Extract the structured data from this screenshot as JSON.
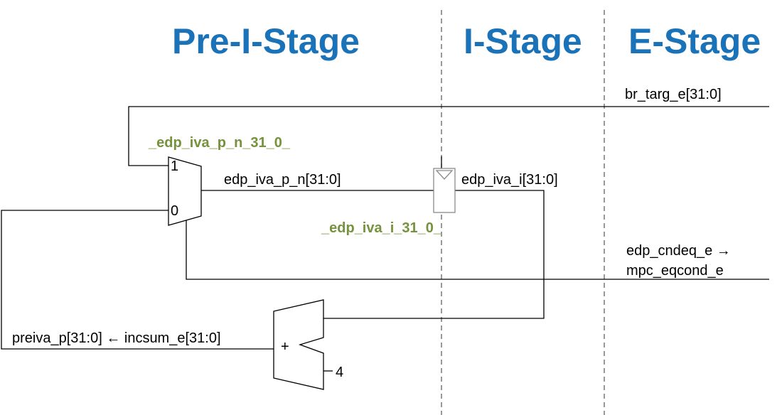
{
  "stages": {
    "pre_i": "Pre-I-Stage",
    "i": "I-Stage",
    "e": "E-Stage"
  },
  "signals": {
    "br_targ": "br_targ_e[31:0]",
    "mux_out": "edp_iva_p_n[31:0]",
    "reg_out": "edp_iva_i[31:0]",
    "cond_1": "edp_cndeq_e →",
    "cond_2": "mpc_eqcond_e",
    "preiva": "preiva_p[31:0] ← incsum_e[31:0]"
  },
  "mux": {
    "in1": "1",
    "in0": "0",
    "name": "_edp_iva_p_n_31_0_"
  },
  "register": {
    "name": "_edp_iva_i_31_0_"
  },
  "adder": {
    "op": "+",
    "const": "4"
  },
  "colors": {
    "stage_title": "#1a72b8",
    "instance_name": "#76923c",
    "wire": "#000000"
  }
}
